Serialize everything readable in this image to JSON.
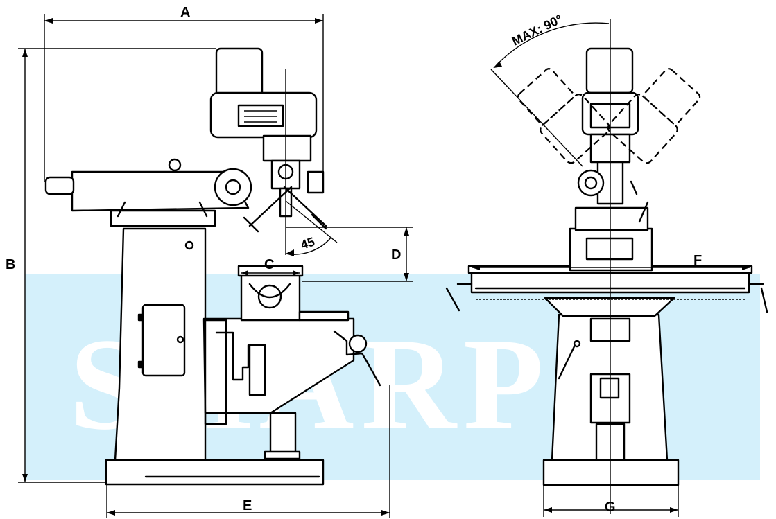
{
  "watermark": {
    "text": "SHARP",
    "band_color": "#d4f0fb",
    "text_color": "#ffffff"
  },
  "dimensions": {
    "A": "A",
    "B": "B",
    "C": "C",
    "D": "D",
    "E": "E",
    "F": "F",
    "G": "G"
  },
  "annotations": {
    "swivel_angle": "45",
    "tilt_note": "MAX: 90°"
  },
  "colors": {
    "line": "#000000",
    "background": "#ffffff"
  }
}
